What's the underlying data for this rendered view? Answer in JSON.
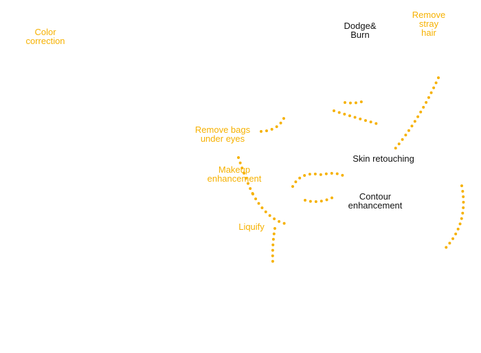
{
  "colors": {
    "accent": "#f6b100",
    "text_dark": "#111111",
    "background": "#ffffff"
  },
  "annotations": {
    "color_correction": [
      "Color",
      "correction"
    ],
    "dodge_burn": [
      "Dodge&",
      "Burn"
    ],
    "remove_stray_hair": [
      "Remove",
      "stray",
      "hair"
    ],
    "remove_bags": [
      "Remove bags",
      "under eyes"
    ],
    "skin_retouching": [
      "Skin retouching"
    ],
    "makeup": [
      "Makeup",
      "enhancement"
    ],
    "contour": [
      "Contour",
      "enhancement"
    ],
    "liquify": [
      "Liquify"
    ]
  }
}
